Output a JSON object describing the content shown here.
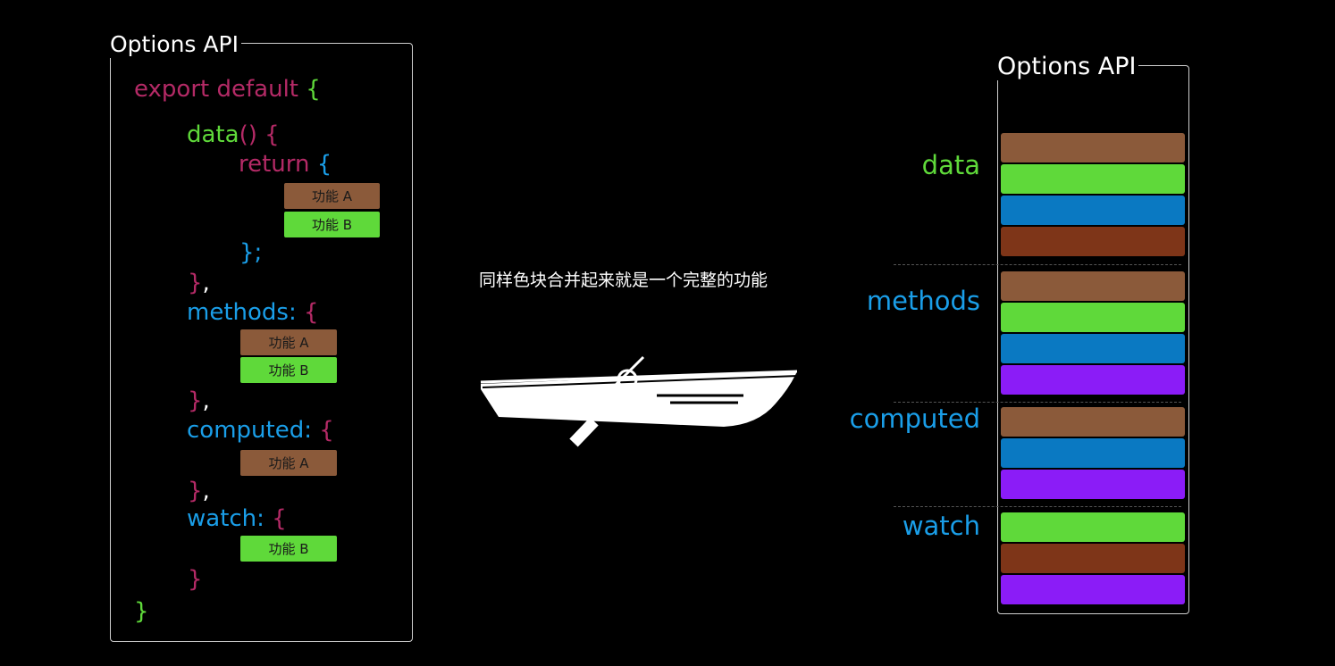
{
  "left_panel": {
    "title": "Options API",
    "code": {
      "export": "export",
      "default": "default",
      "open_brace": "{",
      "data_fn": "data",
      "data_parens": "()",
      "data_brace": "{",
      "return_kw": "return",
      "return_brace": "{",
      "return_close": "};",
      "close_data": "}",
      "comma": ",",
      "methods_key": "methods:",
      "methods_brace": "{",
      "close_methods": "}",
      "computed_key": "computed:",
      "computed_brace": "{",
      "close_computed": "}",
      "watch_key": "watch:",
      "watch_brace": "{",
      "close_watch": "}",
      "close_export": "}"
    },
    "chips": {
      "data_a": "功能 A",
      "data_b": "功能 B",
      "methods_a": "功能 A",
      "methods_b": "功能 B",
      "computed_a": "功能 A",
      "watch_b": "功能 B"
    }
  },
  "center": {
    "caption": "同样色块合并起来就是一个完整的功能",
    "illustration": "boat-icon"
  },
  "right_panel": {
    "title": "Options API",
    "sections": [
      {
        "label": "data",
        "color": "#5fd93a",
        "bars": [
          "#8b5a3a",
          "#5fd93a",
          "#0a79c2",
          "#7e3518"
        ]
      },
      {
        "label": "methods",
        "color": "#1a9ee8",
        "bars": [
          "#8b5a3a",
          "#5fd93a",
          "#0a79c2",
          "#8b1cf7"
        ]
      },
      {
        "label": "computed",
        "color": "#1a9ee8",
        "bars": [
          "#8b5a3a",
          "#0a79c2",
          "#8b1cf7"
        ]
      },
      {
        "label": "watch",
        "color": "#1a9ee8",
        "bars": [
          "#5fd93a",
          "#7e3518",
          "#8b1cf7"
        ]
      }
    ]
  }
}
